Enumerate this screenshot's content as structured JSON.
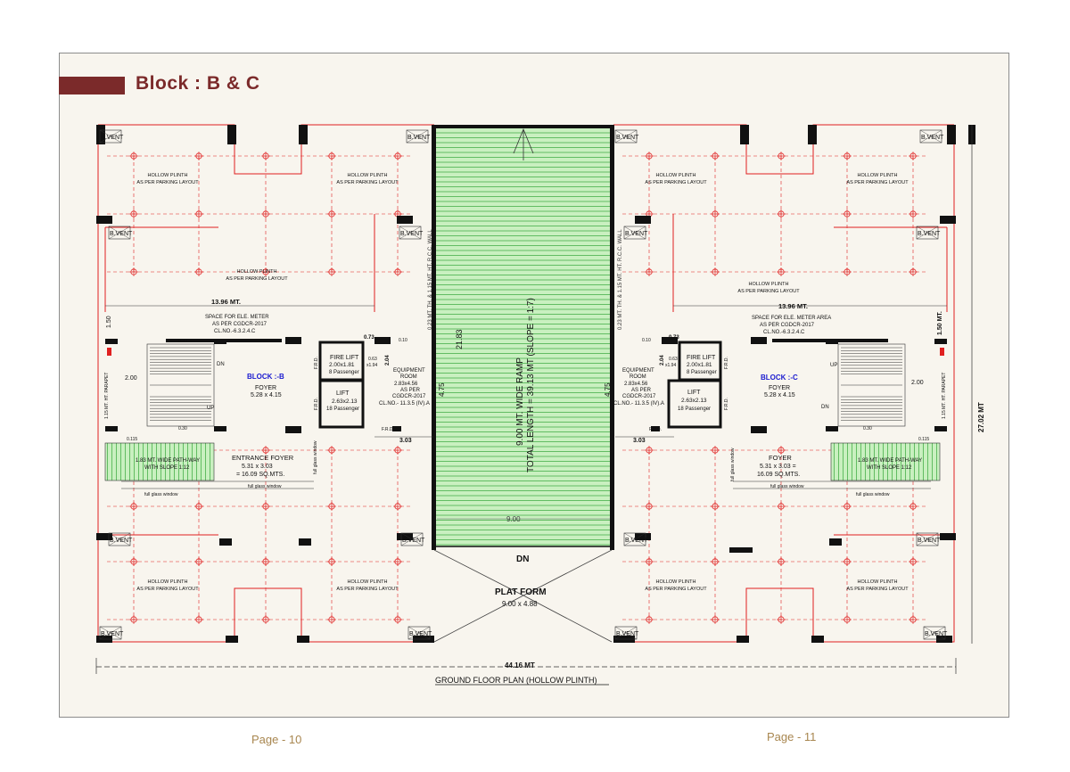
{
  "header": {
    "title": "Block : B & C"
  },
  "footer": {
    "page_left": "Page - 10",
    "page_right": "Page - 11"
  },
  "plan": {
    "caption": "GROUND FLOOR PLAN (HOLLOW PLINTH)",
    "overall_width": "44.16 MT",
    "overall_depth": "27.02 MT",
    "ramp": {
      "label": "9.00 MT. WIDE RAMP",
      "length": "TOTAL LENGTH = 39.13 MT (SLOPE = 1:7)",
      "width_dim": "9.00",
      "side_dim": "21.83",
      "side_dim2": "4.75",
      "wall_note": "0.23 MT. TH. & 1.15 MT. HT. R.C.C. WALL",
      "down_label": "DN"
    },
    "platform": {
      "label": "PLAT FORM",
      "size": "9.00 x 4.88"
    },
    "bvent": "B.VENT",
    "hollow_plinth": [
      "HOLLOW PLINTH",
      "AS PER PARKING LAYOUT"
    ],
    "block_b": {
      "name": "BLOCK :-B",
      "foyer": "FOYER",
      "foyer_size": "5.28 x 4.15",
      "meter_space": [
        "SPACE FOR ELE. METER",
        "AS PER CGDCR-2017",
        "CL.NO.-6.3.2.4.C"
      ],
      "width_dim": "13.96 MT.",
      "dim_150": "1.50",
      "fire_lift": [
        "FIRE LIFT",
        "2.00x1.81",
        "8 Passenger"
      ],
      "lift": [
        "LIFT",
        "2.63x2.13",
        "18 Passenger"
      ],
      "equipment": [
        "EQUIPMENT",
        "ROOM",
        "2.83x4.56",
        "AS PER",
        "CGDCR-2017",
        "CL.NO.- 11.3.5 (IV).A"
      ],
      "entrance_foyer": [
        "ENTRANCE FOYER",
        "5.31 x 3.03",
        "= 16.09 SQ.MTS."
      ],
      "pathway": [
        "1.83 MT. WIDE PATH-WAY",
        "WITH SLOPE 1:12"
      ],
      "dim_303": "3.03",
      "glass": "full glass window",
      "stair_dn": "DN",
      "stair_up": "UP",
      "dim_200": "2.00",
      "parapet": "1.15 MT. HT. PARAPET",
      "frd": "F.R.D.",
      "dim_030": "0.30",
      "dim_0115": "0.115",
      "dim_073": "0.73",
      "dim_204": "2.04",
      "dim_063": "0.63",
      "dim_194": "x1.94",
      "dim_010": "0.10"
    },
    "block_c": {
      "name": "BLOCK :-C",
      "foyer": "FOYER",
      "foyer_size": "5.28 x 4.15",
      "meter_space": [
        "SPACE FOR ELE. METER AREA",
        "AS PER CGDCR-2017",
        "CL.NO.-6.3.2.4.C"
      ],
      "width_dim": "13.96 MT.",
      "dim_150": "1.50 MT.",
      "fire_lift": [
        "FIRE LIFT",
        "2.00x1.81",
        "8 Passenger"
      ],
      "lift": [
        "LIFT",
        "2.63x2.13",
        "18 Passenger"
      ],
      "equipment": [
        "EQUIPMENT",
        "ROOM",
        "2.83x4.56",
        "AS PER",
        "CGDCR-2017",
        "CL.NO.- 11.3.5 (IV).A"
      ],
      "foyer2": [
        "FOYER",
        "5.31 x 3.03 =",
        "16.09 SQ.MTS."
      ],
      "pathway": [
        "1.83 MT. WIDE PATH-WAY",
        "WITH SLOPE 1:12"
      ],
      "dim_303": "3.03",
      "glass": "full glass window",
      "stair_dn": "DN",
      "stair_up": "UP",
      "dim_200": "2.00",
      "parapet": "1.15 MT. HT. PARAPET",
      "frd": "F.R.D.",
      "dim_030": "0.30",
      "dim_0115": "0.115",
      "dim_073": "0.73",
      "dim_204": "2.04",
      "dim_063": "0.63",
      "dim_194": "x1.94",
      "dim_010": "0.10"
    }
  }
}
